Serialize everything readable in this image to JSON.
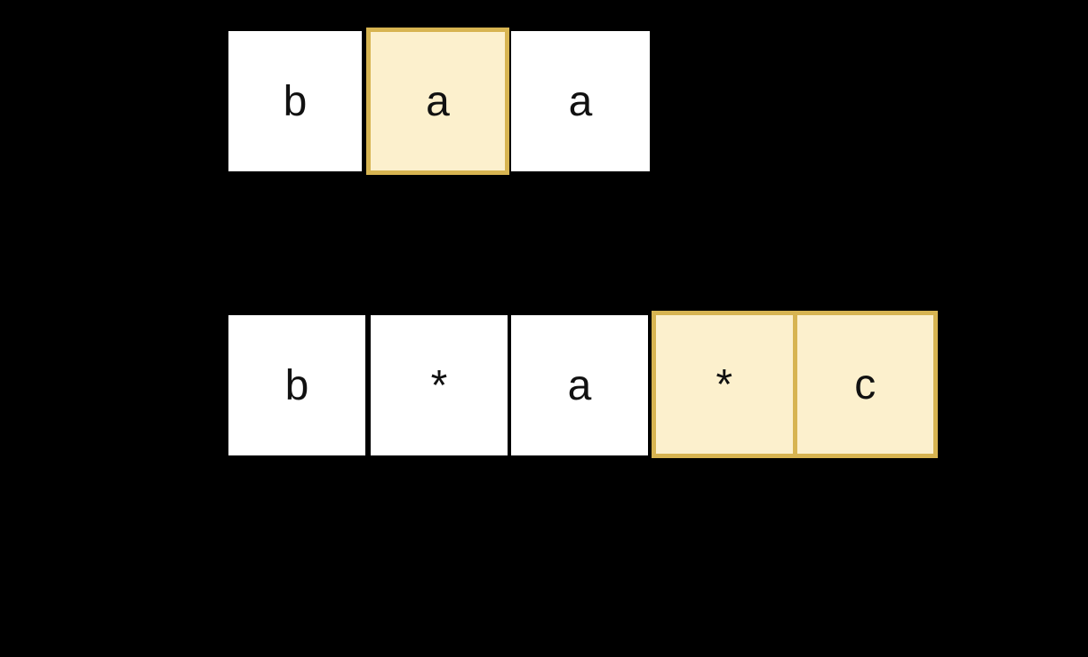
{
  "colors": {
    "canvas_bg": "#000000",
    "cell_bg": "#ffffff",
    "cell_text": "#111111",
    "highlight_fill": "#fcf0cd",
    "highlight_border": "#d7b451"
  },
  "top_row": {
    "cells": [
      {
        "label": "b",
        "highlighted": false
      },
      {
        "label": "a",
        "highlighted": true
      },
      {
        "label": "a",
        "highlighted": false
      }
    ]
  },
  "bottom_row": {
    "cells": [
      {
        "label": "b",
        "highlighted": false
      },
      {
        "label": "*",
        "highlighted": false
      },
      {
        "label": "a",
        "highlighted": false
      },
      {
        "label": "*",
        "highlighted": true
      },
      {
        "label": "c",
        "highlighted": true
      }
    ]
  }
}
